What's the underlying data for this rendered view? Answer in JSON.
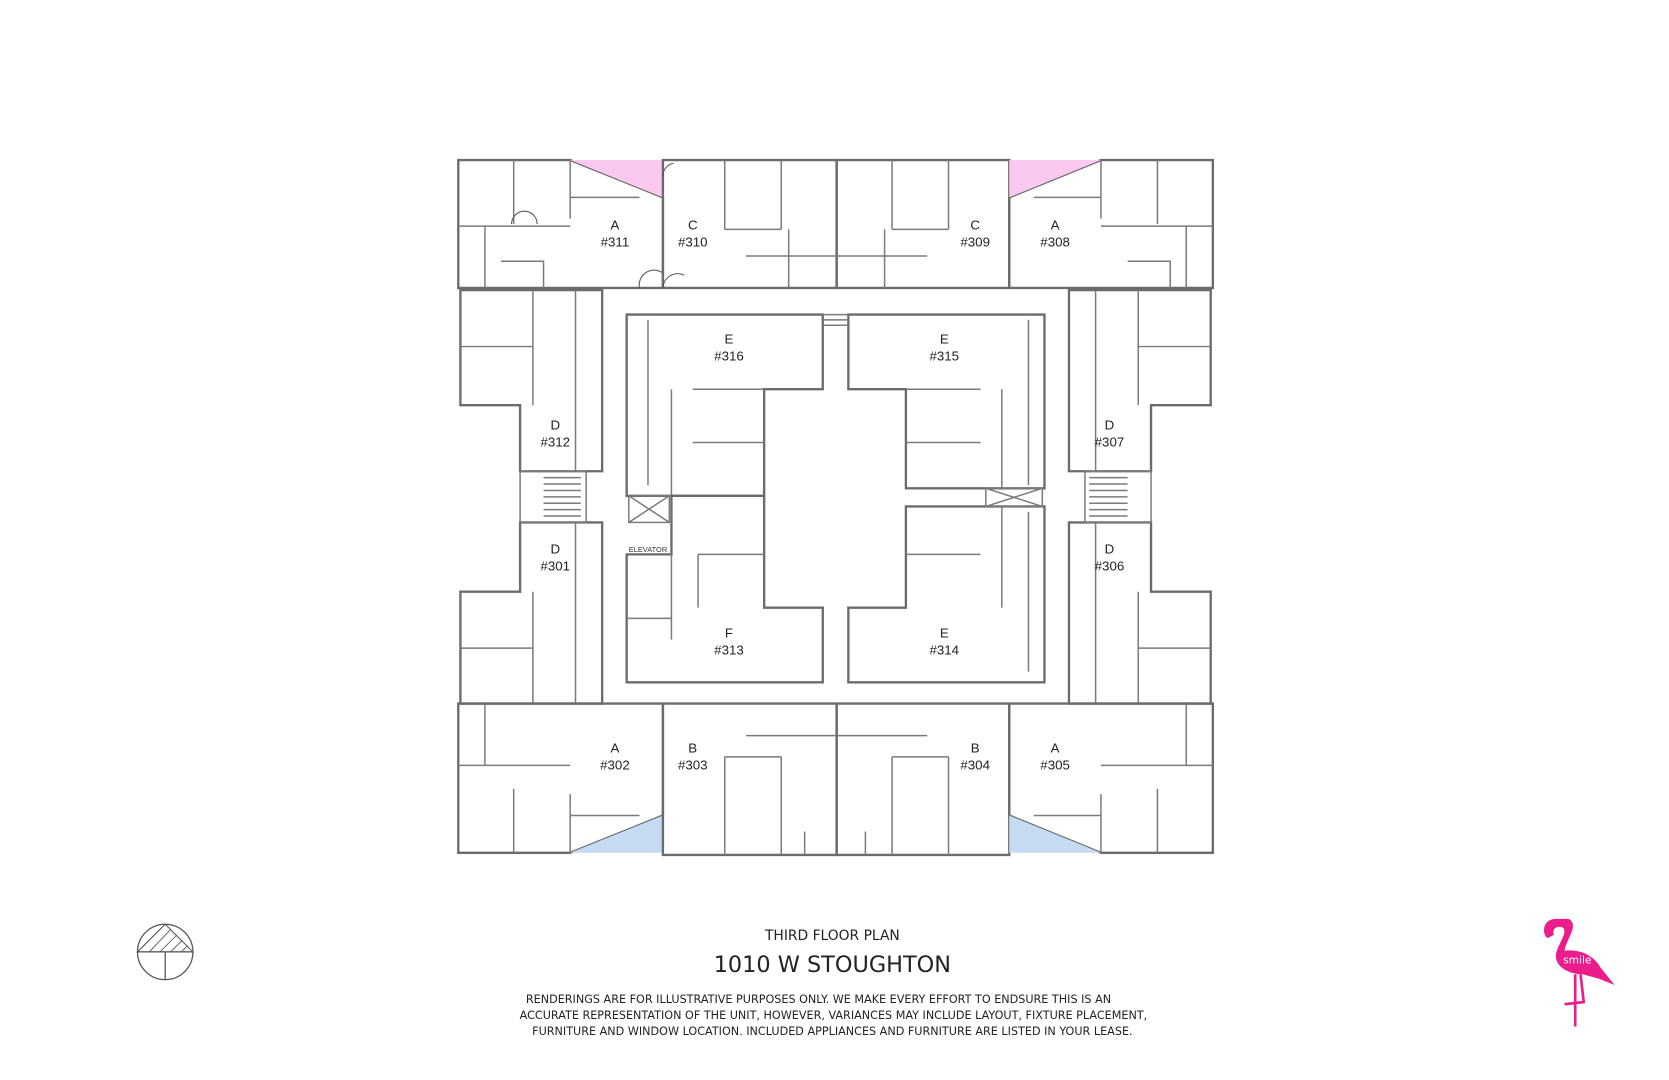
{
  "colors": {
    "type_a": "#e9f3e7",
    "type_b": "#c6daf1",
    "type_c": "#fbc8f0",
    "type_d": "#fbc8f0",
    "type_e": "#f1c6a6",
    "type_f": "#e9f3e7",
    "brand": "#ec1c8c"
  },
  "units": {
    "u311": {
      "type": "A",
      "number": "#311"
    },
    "u310": {
      "type": "C",
      "number": "#310"
    },
    "u309": {
      "type": "C",
      "number": "#309"
    },
    "u308": {
      "type": "A",
      "number": "#308"
    },
    "u312": {
      "type": "D",
      "number": "#312"
    },
    "u307": {
      "type": "D",
      "number": "#307"
    },
    "u301": {
      "type": "D",
      "number": "#301"
    },
    "u306": {
      "type": "D",
      "number": "#306"
    },
    "u302": {
      "type": "A",
      "number": "#302"
    },
    "u303": {
      "type": "B",
      "number": "#303"
    },
    "u304": {
      "type": "B",
      "number": "#304"
    },
    "u305": {
      "type": "A",
      "number": "#305"
    },
    "u316": {
      "type": "E",
      "number": "#316"
    },
    "u315": {
      "type": "E",
      "number": "#315"
    },
    "u314": {
      "type": "E",
      "number": "#314"
    },
    "u313": {
      "type": "F",
      "number": "#313"
    }
  },
  "elevator_label": "ELEVATOR",
  "footer": {
    "subtitle": "THIRD FLOOR PLAN",
    "title": "1010 W STOUGHTON",
    "disclaimer": [
      "RENDERINGS ARE FOR ILLUSTRATIVE PURPOSES ONLY. WE MAKE EVERY EFFORT TO ENDSURE THIS IS AN",
      "ACCURATE REPRESENTATION OF THE UNIT, HOWEVER, VARIANCES MAY INCLUDE LAYOUT, FIXTURE PLACEMENT,",
      "FURNITURE AND WINDOW LOCATION. INCLUDED APPLIANCES AND FURNITURE ARE LISTED IN YOUR LEASE."
    ]
  },
  "logo": {
    "text": "smile"
  }
}
